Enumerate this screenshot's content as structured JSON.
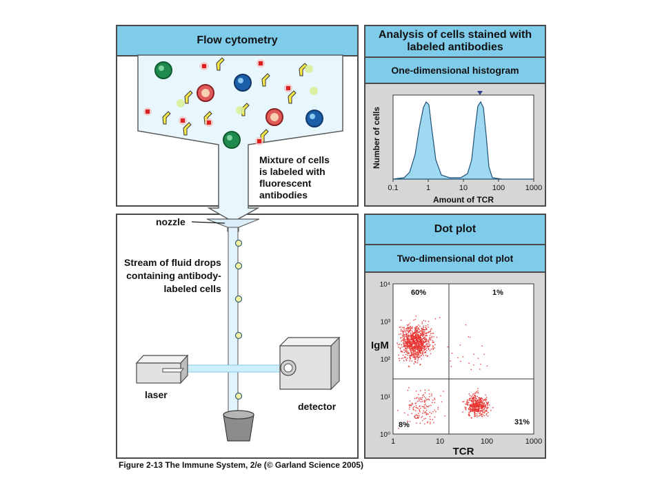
{
  "flow": {
    "title": "Flow cytometry",
    "mixture_label": "Mixture of cells\nis labeled with\nfluorescent\nantibodies",
    "nozzle_label": "nozzle",
    "stream_label": "Stream of fluid drops\ncontaining antibody-\nlabeled cells",
    "laser_label": "laser",
    "detector_label": "detector"
  },
  "analysis": {
    "title": "Analysis of cells stained with labeled antibodies",
    "histogram_title": "One-dimensional histogram"
  },
  "dotplot": {
    "title": "Dot plot",
    "subtitle": "Two-dimensional dot plot"
  },
  "caption": "Figure 2-13  The Immune System, 2/e (© Garland Science 2005)",
  "colors": {
    "accent_blue": "#7fcbea",
    "dot_red": "#e8312f",
    "border": "#4a4a4a",
    "gray": "#d6d6d6"
  },
  "chart_data": [
    {
      "type": "area",
      "x_scale": "log",
      "xlabel": "Amount of TCR",
      "ylabel": "Number of cells",
      "xticks": [
        "0.1",
        "1",
        "10",
        "100",
        "1000"
      ],
      "xlim": [
        0.1,
        1000
      ],
      "series": [
        {
          "peaks": [
            {
              "x": 1,
              "relative_height": 0.95
            },
            {
              "x": 35,
              "relative_height": 0.9
            }
          ]
        }
      ],
      "marker": {
        "x": 35,
        "shape": "down-triangle"
      }
    },
    {
      "type": "scatter",
      "x_scale": "log",
      "y_scale": "log",
      "xlabel": "TCR",
      "ylabel": "IgM",
      "xticks": [
        "1",
        "10",
        "100",
        "1000"
      ],
      "yticks": [
        "10⁰",
        "10¹",
        "10²",
        "10³",
        "10⁴"
      ],
      "xlim": [
        1,
        1000
      ],
      "ylim": [
        1,
        10000
      ],
      "quadrant_divider": {
        "x": 15,
        "y": 30
      },
      "quadrants": [
        {
          "position": "top-left",
          "label": "60%",
          "center": [
            3,
            300
          ]
        },
        {
          "position": "top-right",
          "label": "1%"
        },
        {
          "position": "bottom-left",
          "label": "8%",
          "center": [
            4,
            4
          ]
        },
        {
          "position": "bottom-right",
          "label": "31%",
          "center": [
            60,
            6
          ]
        }
      ]
    }
  ]
}
